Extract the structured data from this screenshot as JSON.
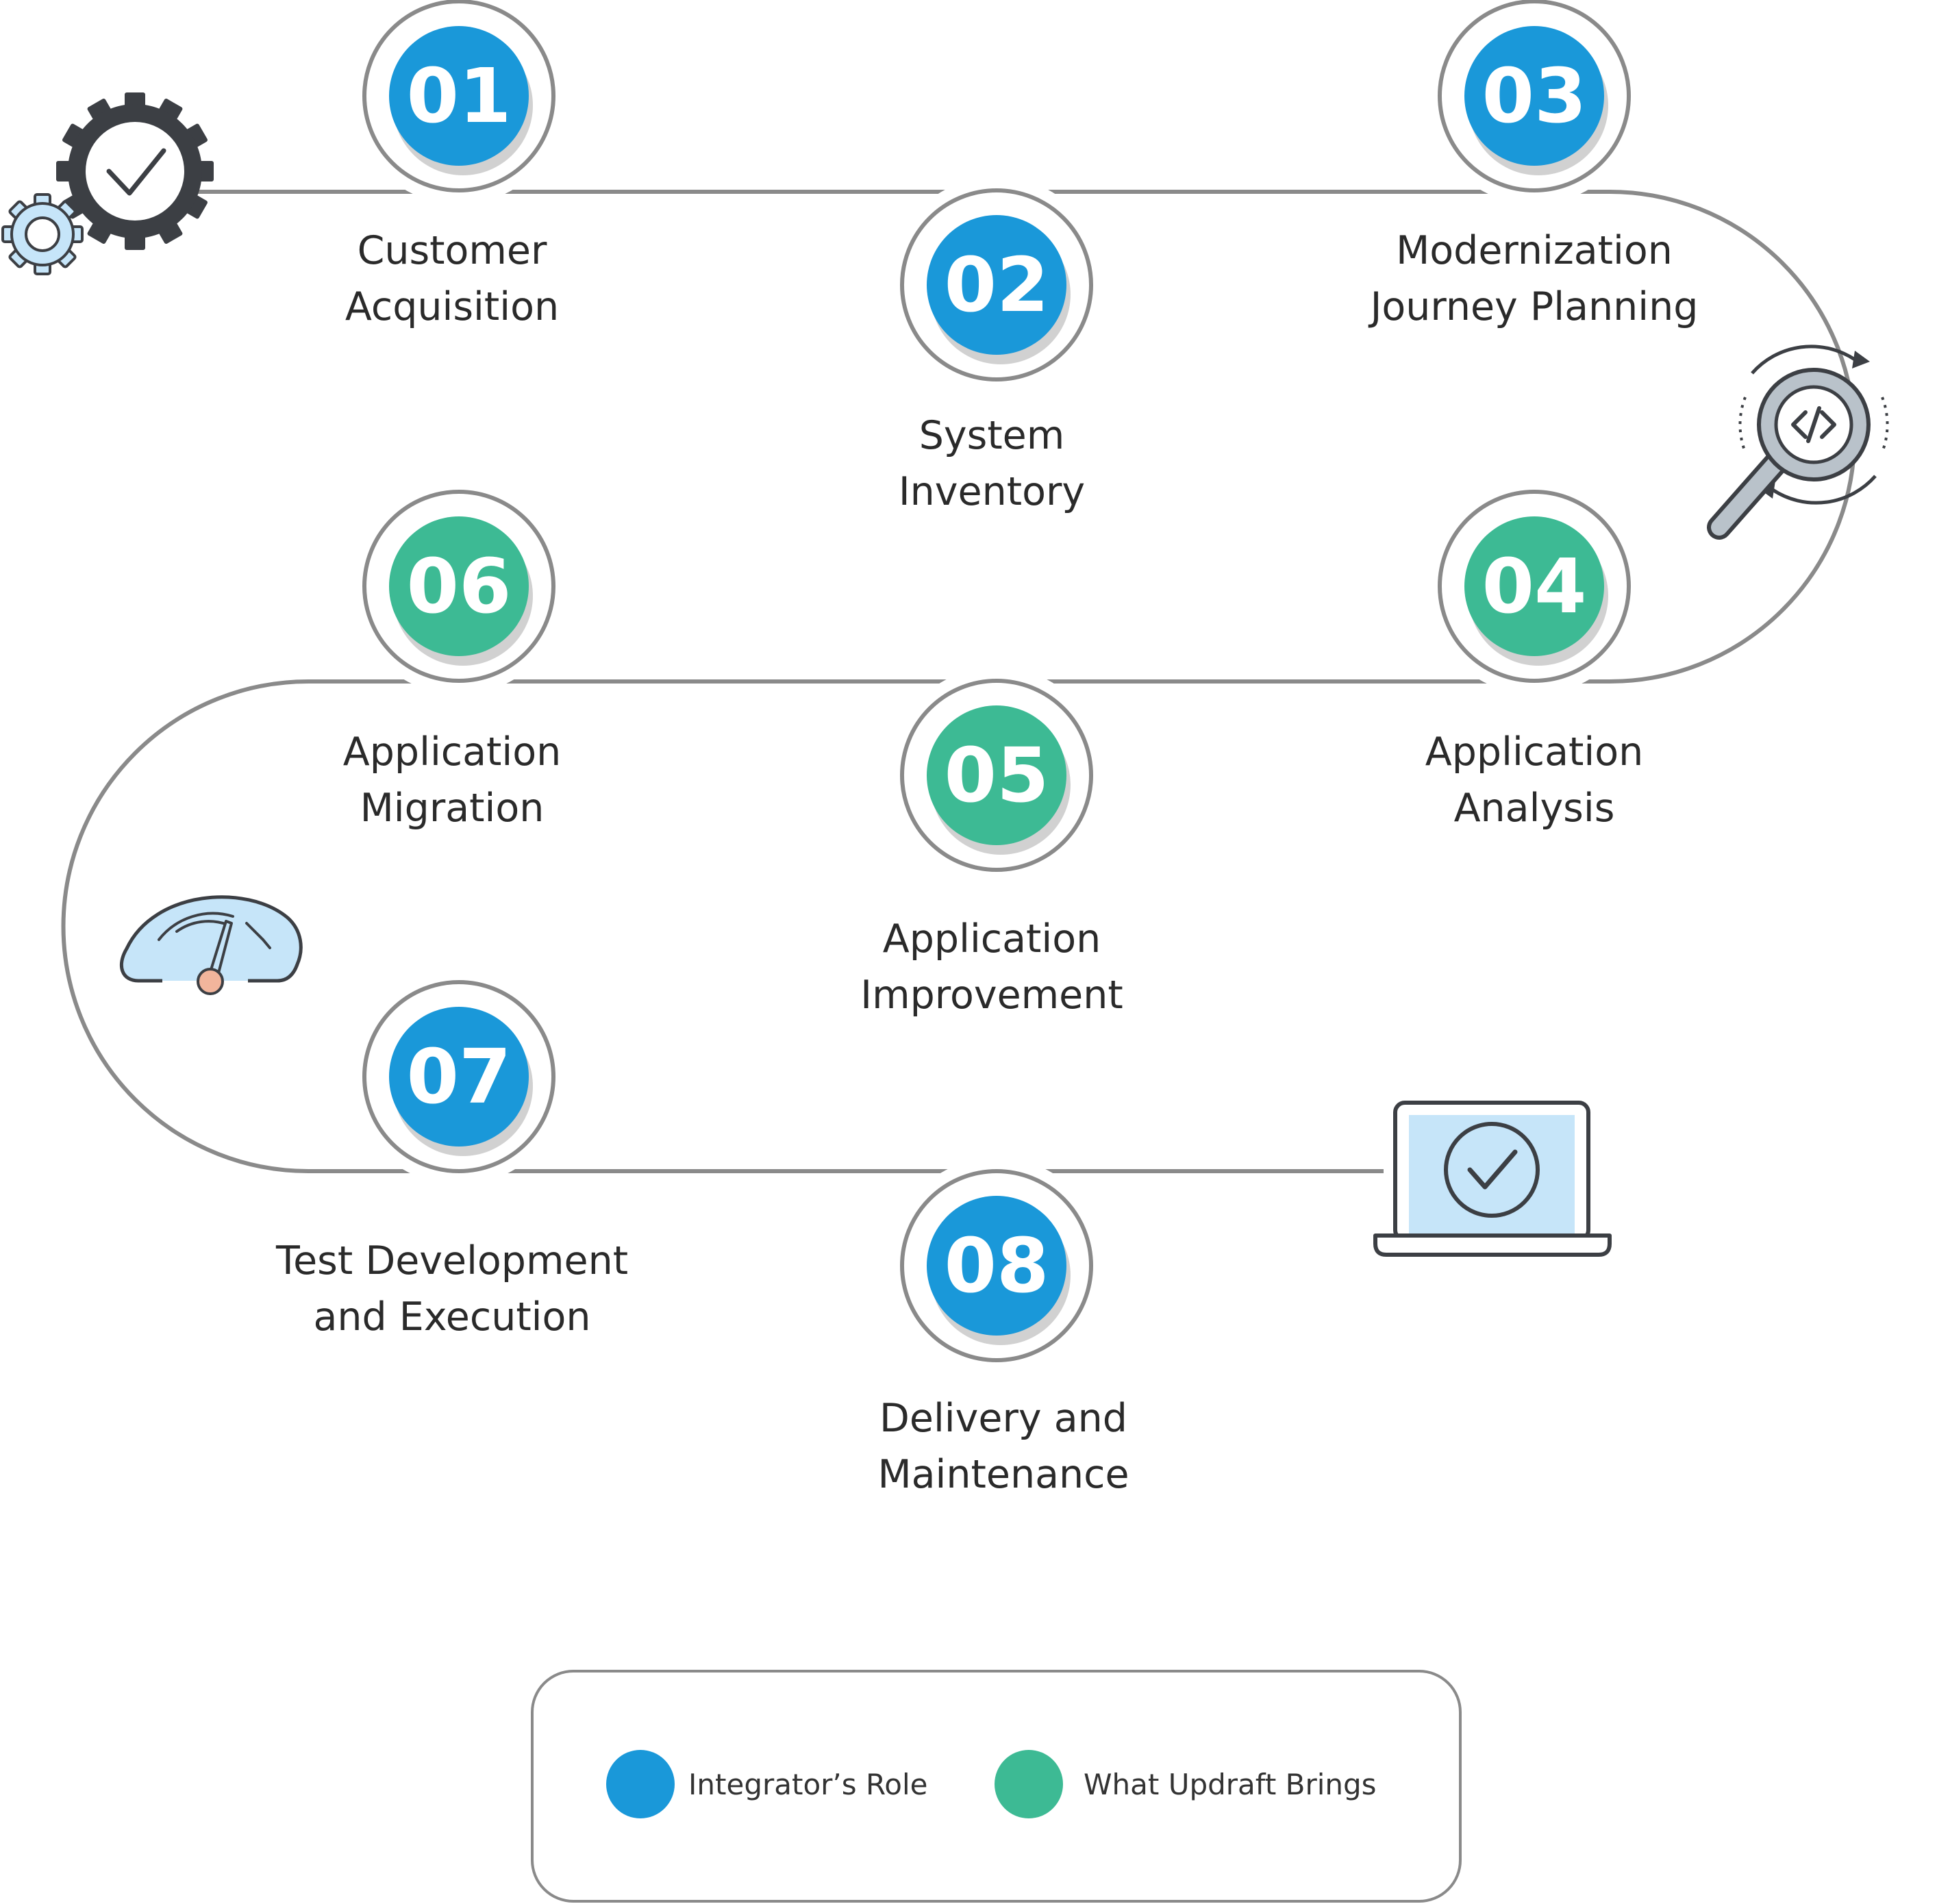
{
  "colors": {
    "integrator": "#1a98d9",
    "updraft": "#3dba94",
    "path": "#8a8a8a",
    "icon_dark": "#3c3f44",
    "icon_light": "#c6e5f9"
  },
  "steps": [
    {
      "number": "01",
      "role": "integrator",
      "label_line1": "Customer",
      "label_line2": "Acquisition"
    },
    {
      "number": "02",
      "role": "integrator",
      "label_line1": "System",
      "label_line2": "Inventory"
    },
    {
      "number": "03",
      "role": "integrator",
      "label_line1": "Modernization",
      "label_line2": "Journey Planning"
    },
    {
      "number": "04",
      "role": "updraft",
      "label_line1": "Application",
      "label_line2": "Analysis"
    },
    {
      "number": "05",
      "role": "updraft",
      "label_line1": "Application",
      "label_line2": "Improvement"
    },
    {
      "number": "06",
      "role": "updraft",
      "label_line1": "Application",
      "label_line2": "Migration"
    },
    {
      "number": "07",
      "role": "integrator",
      "label_line1": "Test Development",
      "label_line2": "and Execution"
    },
    {
      "number": "08",
      "role": "integrator",
      "label_line1": "Delivery and",
      "label_line2": "Maintenance"
    }
  ],
  "icons": {
    "start": "gear-check-icon",
    "planning": "code-search-icon",
    "migration": "speedometer-icon",
    "end": "laptop-check-icon"
  },
  "legend": {
    "items": [
      {
        "role": "integrator",
        "label": "Integrator’s Role"
      },
      {
        "role": "updraft",
        "label": "What Updraft Brings"
      }
    ]
  }
}
